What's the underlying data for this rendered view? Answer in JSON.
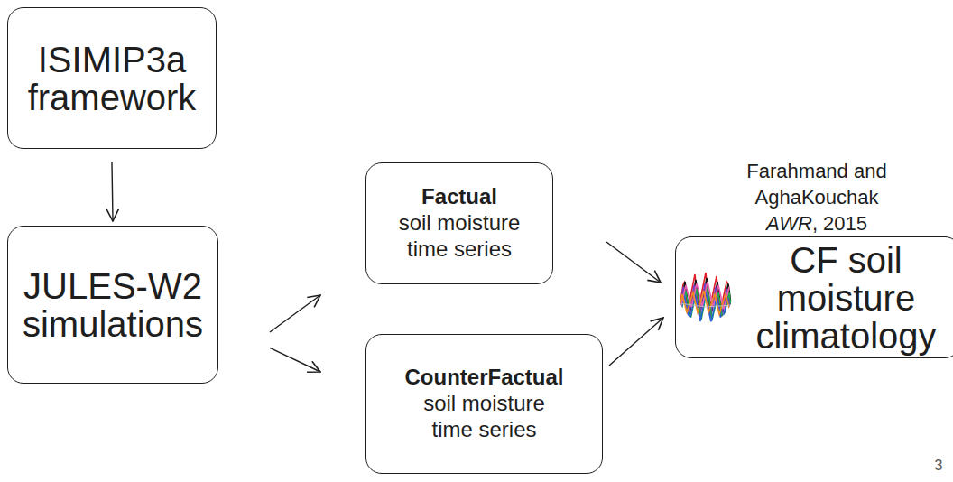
{
  "diagram": {
    "nodes": [
      {
        "text": [
          "ISIMIP3a framework"
        ]
      },
      {
        "text": [
          "JULES-W2 simulations"
        ]
      },
      {
        "text": [
          "Factual",
          "soil moisture time series"
        ]
      },
      {
        "text": [
          "CounterFactual",
          "soil moisture time series"
        ]
      },
      {
        "text": [
          "CF soil moisture climatology"
        ]
      }
    ],
    "edges": [
      {
        "from": 0,
        "to": 1,
        "arrow": "to"
      },
      {
        "from": 1,
        "to": 2,
        "arrow": "to"
      },
      {
        "from": 1,
        "to": 3,
        "arrow": "to"
      },
      {
        "from": 2,
        "to": 4,
        "arrow": "to"
      },
      {
        "from": 3,
        "to": 4,
        "arrow": "to"
      }
    ],
    "labels": [
      "Farahmand and AghaKouchak",
      "AWR, 2015",
      "3"
    ]
  }
}
